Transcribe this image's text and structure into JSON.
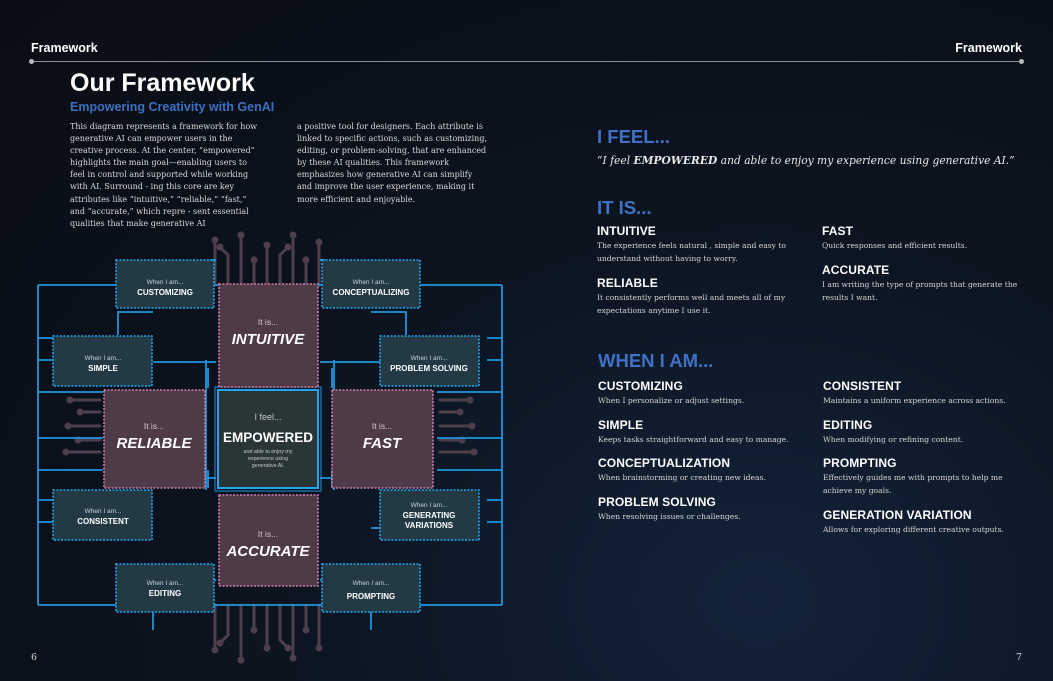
{
  "header": {
    "left": "Framework",
    "right": "Framework"
  },
  "page_numbers": {
    "left": "6",
    "right": "7"
  },
  "left_page": {
    "title": "Our Framework",
    "subtitle": "Empowering Creativity with GenAI",
    "intro_col1": "This diagram represents a framework for how generative AI can empower users in the creative process. At the center, “empowered” highlights the main goal—enabling users to feel in control and supported while working with AI. Surround - ing this core are key attributes like “intuitive,” “reliable,” “fast,” and “accurate,” which repre - sent essential qualities that make generative AI",
    "intro_col2": "a positive tool for designers. Each attribute is linked to specific actions, such as customizing, editing, or problem-solving, that are enhanced by these AI qualities. This framework emphasizes how generative AI can simplify and improve the user experience, making it more efficient and enjoyable."
  },
  "diagram": {
    "colors": {
      "line": "#1f95de",
      "tile": "#233a45",
      "tile_border": "#22a4ee",
      "quality": "#4f3a48",
      "quality_border": "#d07dab",
      "core": "#2a3535",
      "core_border": "#22a4ee",
      "trace": "#4d3f4c"
    },
    "core": {
      "prefix": "I feel...",
      "label": "EMPOWERED",
      "desc_line1": "and able to enjoy my",
      "desc_line2": "experience using",
      "desc_line3": "generative AI."
    },
    "qualities": [
      {
        "id": "intuitive",
        "prefix": "It is...",
        "label": "INTUITIVE"
      },
      {
        "id": "reliable",
        "prefix": "It is...",
        "label": "RELIABLE"
      },
      {
        "id": "fast",
        "prefix": "It is...",
        "label": "FAST"
      },
      {
        "id": "accurate",
        "prefix": "It is...",
        "label": "ACCURATE"
      }
    ],
    "actions": [
      {
        "id": "customizing",
        "prefix": "When I am...",
        "line1": "CUSTOMIZING",
        "line2": ""
      },
      {
        "id": "conceptualizing",
        "prefix": "When I am...",
        "line1": "CONCEPTUALIZING",
        "line2": ""
      },
      {
        "id": "simple",
        "prefix": "When I am...",
        "line1": "SIMPLE",
        "line2": ""
      },
      {
        "id": "problem-solving",
        "prefix": "When I am...",
        "line1": "PROBLEM SOLVING",
        "line2": ""
      },
      {
        "id": "consistent",
        "prefix": "When I am...",
        "line1": "CONSISTENT",
        "line2": ""
      },
      {
        "id": "generating-variations",
        "prefix": "When I am...",
        "line1": "GENERATING",
        "line2": "VARIATIONS"
      },
      {
        "id": "editing",
        "prefix": "When I am...",
        "line1": "EDITING",
        "line2": ""
      },
      {
        "id": "prompting",
        "prefix": "When I am...",
        "line1": "PROMPTING",
        "line2": ""
      }
    ]
  },
  "right_page": {
    "feel_heading": "I FEEL...",
    "feel_quote_pre": "“I feel ",
    "feel_quote_em": "EMPOWERED",
    "feel_quote_post": " and able to enjoy my experience using generative AI.”",
    "itis_heading": "IT IS...",
    "itis_items": [
      {
        "title": "INTUITIVE",
        "text": "The experience feels natural , simple and easy to understand without having to worry."
      },
      {
        "title": "RELIABLE",
        "text": "It consistently performs well and meets all of my expectations anytime I use it."
      },
      {
        "title": "FAST",
        "text": "Quick responses and efficient results."
      },
      {
        "title": "ACCURATE",
        "text": "I am writing the type of prompts that generate the results I want."
      }
    ],
    "wheniam_heading": "WHEN I AM...",
    "wheniam_items": [
      {
        "title": "CUSTOMIZING",
        "text": "When I personalize or adjust settings."
      },
      {
        "title": "SIMPLE",
        "text": "Keeps tasks straightforward and easy to manage."
      },
      {
        "title": "CONCEPTUALIZATION",
        "text": "When brainstorming or creating new ideas."
      },
      {
        "title": "PROBLEM SOLVING",
        "text": "When resolving issues or challenges."
      },
      {
        "title": "CONSISTENT",
        "text": "Maintains a uniform experience across actions."
      },
      {
        "title": "EDITING",
        "text": "When modifying or refining content."
      },
      {
        "title": "PROMPTING",
        "text": "Effectively guides me with prompts to help me achieve my goals."
      },
      {
        "title": "GENERATION VARIATION",
        "text": "Allows for exploring different creative outputs."
      }
    ]
  }
}
